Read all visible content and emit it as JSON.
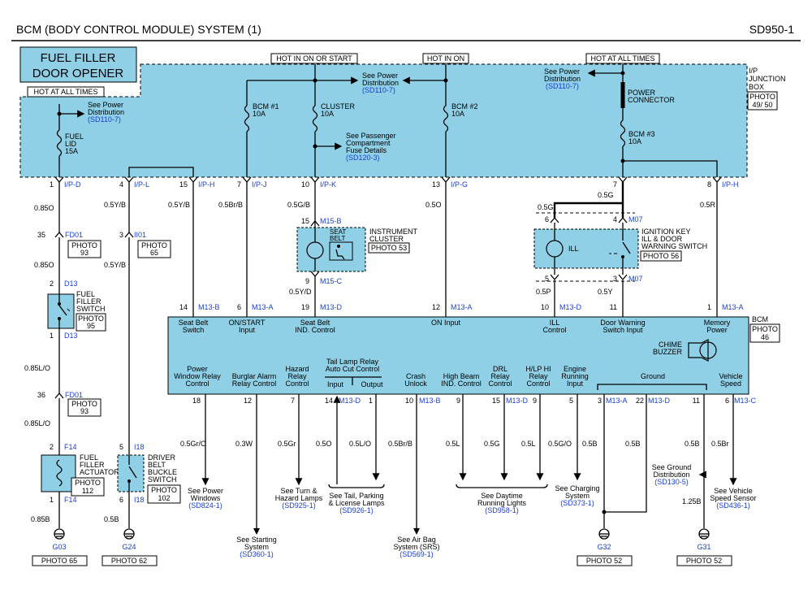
{
  "header": {
    "title": "BCM (BODY CONTROL MODULE) SYSTEM (1)",
    "code": "SD950-1"
  },
  "title_box": {
    "line1": "FUEL FILLER",
    "line2": "DOOR OPENER"
  },
  "hot_labels": {
    "at_all_times_left": "HOT AT ALL TIMES",
    "on_or_start": "HOT IN ON OR START",
    "on": "HOT IN ON",
    "at_all_times_right": "HOT AT ALL TIMES"
  },
  "ipjb": {
    "label1": "I/P",
    "label2": "JUNCTION",
    "label3": "BOX",
    "photo1": "PHOTO",
    "photo2": "49/ 50"
  },
  "fuses": {
    "fuel_lid": {
      "l1": "FUEL",
      "l2": "LID",
      "l3": "15A"
    },
    "bcm1": {
      "l1": "BCM #1",
      "l2": "10A"
    },
    "cluster": {
      "l1": "CLUSTER",
      "l2": "10A"
    },
    "bcm2": {
      "l1": "BCM #2",
      "l2": "10A"
    },
    "bcm3": {
      "l1": "BCM #3",
      "l2": "10A"
    }
  },
  "refs": {
    "power_dist_left": {
      "l1": "See Power",
      "l2": "Distribution",
      "code": "(SD110-7)"
    },
    "power_dist_mid": {
      "l1": "See Power",
      "l2": "Distribution",
      "code": "(SD110-7)"
    },
    "power_dist_right": {
      "l1": "See Power",
      "l2": "Distribution",
      "code": "(SD110-7)"
    },
    "pass_fuse": {
      "l1": "See Passenger",
      "l2": "Compartment",
      "l3": "Fuse Details",
      "code": "(SD120-3)"
    },
    "power_windows": {
      "l1": "See Power",
      "l2": "Windows",
      "code": "(SD824-1)"
    },
    "starting": {
      "l1": "See Starting",
      "l2": "System",
      "code": "(SD360-1)"
    },
    "turn_hazard": {
      "l1": "See Turn &",
      "l2": "Hazard Lamps",
      "code": "(SD925-1)"
    },
    "tail": {
      "l1": "See Tail, Parking",
      "l2": "& License Lamps",
      "code": "(SD926-1)"
    },
    "airbag": {
      "l1": "See Air Bag",
      "l2": "System (SRS)",
      "code": "(SD569-1)"
    },
    "drl": {
      "l1": "See Daytime",
      "l2": "Running Lights",
      "code": "(SD958-1)"
    },
    "charging": {
      "l1": "See Charging",
      "l2": "System",
      "code": "(SD373-1)"
    },
    "ground_dist": {
      "l1": "See Ground",
      "l2": "Distribution",
      "code": "(SD130-5)"
    },
    "speed_sensor": {
      "l1": "See Vehicle",
      "l2": "Speed Sensor",
      "code": "(SD436-1)"
    }
  },
  "power_connector": {
    "l1": "POWER",
    "l2": "CONNECTOR"
  },
  "top_connectors": [
    {
      "pin": "1",
      "conn": "I/P-D"
    },
    {
      "pin": "4",
      "conn": "I/P-L"
    },
    {
      "pin": "15",
      "conn": "I/P-H"
    },
    {
      "pin": "7",
      "conn": "I/P-J"
    },
    {
      "pin": "10",
      "conn": "I/P-K"
    },
    {
      "pin": "13",
      "conn": "I/P-G"
    },
    {
      "pin": "7",
      "conn": ""
    },
    {
      "pin": "8",
      "conn": "I/P-H"
    }
  ],
  "wires": {
    "w085o_a": "0.85O",
    "w085o_b": "0.85O",
    "w05yb_a": "0.5Y/B",
    "w05yb_b": "0.5Y/B",
    "w05yb_c": "0.5Y/B",
    "w05brb": "0.5Br/B",
    "w05gb": "0.5G/B",
    "w05o": "0.5O",
    "w05g_a": "0.5G",
    "w05g_b": "0.5G",
    "w05r": "0.5R",
    "w05yd": "0.5Y/D",
    "w05p": "0.5P",
    "w05y": "0.5Y",
    "w085lo_a": "0.85L/O",
    "w085lo_b": "0.85L/O",
    "w085b": "0.85B",
    "w05b_i18": "0.5B"
  },
  "connectors": {
    "fd01_top": {
      "pin": "35",
      "name": "FD01",
      "photo": "PHOTO",
      "num": "93"
    },
    "ii01": {
      "pin": "3",
      "name": "II01",
      "photo": "PHOTO",
      "num": "65"
    },
    "d13_top": {
      "pin": "2",
      "name": "D13"
    },
    "d13_bot": {
      "pin": "1",
      "name": "D13"
    },
    "fd01_bot": {
      "pin": "36",
      "name": "FD01",
      "photo": "PHOTO",
      "num": "93"
    },
    "f14_top": {
      "pin": "2",
      "name": "F14"
    },
    "f14_bot": {
      "pin": "1",
      "name": "F14"
    },
    "i18_top": {
      "pin": "5",
      "name": "I18"
    },
    "i18_bot": {
      "pin": "6",
      "name": "I18"
    },
    "m15b": {
      "pin": "15",
      "name": "M15-B"
    },
    "m15c": {
      "pin": "9",
      "name": "M15-C"
    },
    "m07_top": {
      "pin1": "6",
      "pin2": "4",
      "name": "M07"
    },
    "m07_bot": {
      "pin1": "5",
      "pin2": "3",
      "name": "M07"
    }
  },
  "components": {
    "fuel_switch": {
      "l1": "FUEL",
      "l2": "FILLER",
      "l3": "SWITCH",
      "photo": "PHOTO",
      "num": "95"
    },
    "actuator": {
      "l1": "FUEL",
      "l2": "FILLER",
      "l3": "ACTUATOR",
      "photo": "PHOTO",
      "num": "112"
    },
    "buckle": {
      "l1": "DRIVER",
      "l2": "BELT",
      "l3": "BUCKLE",
      "l4": "SWITCH",
      "photo": "PHOTO",
      "num": "102"
    },
    "cluster": {
      "seat1": "SEAT",
      "seat2": "BELT",
      "name1": "INSTRUMENT",
      "name2": "CLUSTER",
      "photo": "PHOTO 53"
    },
    "ign_switch": {
      "ill": "ILL",
      "l1": "IGNITION KEY",
      "l2": "ILL & DOOR",
      "l3": "WARNING SWITCH",
      "photo": "PHOTO 56"
    }
  },
  "bcm": {
    "name": "BCM",
    "photo": "PHOTO",
    "num": "46",
    "buzzer1": "CHIME",
    "buzzer2": "BUZZER",
    "top_pins": [
      {
        "pin": "14",
        "conn": "M13-B",
        "l1": "Seat Belt",
        "l2": "Switch"
      },
      {
        "pin": "6",
        "conn": "M13-A",
        "l1": "ON/START",
        "l2": "Input"
      },
      {
        "pin": "19",
        "conn": "M13-D",
        "l1": "Seat Belt",
        "l2": "IND. Control"
      },
      {
        "pin": "12",
        "conn": "M13-A",
        "l1": "ON Input",
        "l2": ""
      },
      {
        "pin": "10",
        "conn": "M13-D",
        "l1": "ILL",
        "l2": "Control"
      },
      {
        "pin": "11",
        "conn": "",
        "l1": "Door Warning",
        "l2": "Switch Input"
      },
      {
        "pin": "1",
        "conn": "M13-A",
        "l1": "Memory",
        "l2": "Power"
      }
    ],
    "bottom_labels": {
      "pw1": "Power",
      "pw2": "Window Relay",
      "pw3": "Control",
      "ba1": "Burglar Alarm",
      "ba2": "Relay Control",
      "hz1": "Hazard",
      "hz2": "Relay",
      "hz3": "Control",
      "tl1": "Tail Lamp Relay",
      "tl2": "Auto Cut Control",
      "tl_in": "Input",
      "tl_out": "Output",
      "cu1": "Crash",
      "cu2": "Unlock",
      "hb1": "High Beam",
      "hb2": "IND. Control",
      "drl1": "DRL",
      "drl2": "Relay",
      "drl3": "Control",
      "hl1": "H/LP HI",
      "hl2": "Relay",
      "hl3": "Control",
      "er1": "Engine",
      "er2": "Running",
      "er3": "Input",
      "gnd": "Ground",
      "vs1": "Vehicle",
      "vs2": "Speed"
    },
    "bottom_pins": [
      {
        "pin": "18",
        "conn": "",
        "wire": "0.5Gr/O"
      },
      {
        "pin": "12",
        "conn": "",
        "wire": "0.3W"
      },
      {
        "pin": "7",
        "conn": "",
        "wire": "0.5Gr"
      },
      {
        "pin": "14",
        "conn": "M13-D",
        "wire": "0.5O"
      },
      {
        "pin": "1",
        "conn": "",
        "wire": "0.5L/O"
      },
      {
        "pin": "10",
        "conn": "M13-B",
        "wire": "0.5Br/B"
      },
      {
        "pin": "9",
        "conn": "",
        "wire": "0.5L"
      },
      {
        "pin": "15",
        "conn": "M13-D",
        "wire": "0.5G"
      },
      {
        "pin": "9",
        "conn": "",
        "wire": "0.5L"
      },
      {
        "pin": "5",
        "conn": "",
        "wire": "0.5G/O"
      },
      {
        "pin": "3",
        "conn": "M13-A",
        "wire": "0.5B"
      },
      {
        "pin": "22",
        "conn": "M13-D",
        "wire": "0.5B"
      },
      {
        "pin": "11",
        "conn": "",
        "wire": "0.5B"
      },
      {
        "pin": "6",
        "conn": "M13-C",
        "wire": "0.5Br"
      }
    ]
  },
  "grounds": {
    "g03": {
      "name": "G03",
      "photo": "PHOTO 65"
    },
    "g24": {
      "name": "G24",
      "photo": "PHOTO 62"
    },
    "g32": {
      "name": "G32",
      "photo": "PHOTO 52"
    },
    "g31": {
      "name": "G31",
      "photo": "PHOTO 52"
    },
    "w125b": "1.25B"
  }
}
